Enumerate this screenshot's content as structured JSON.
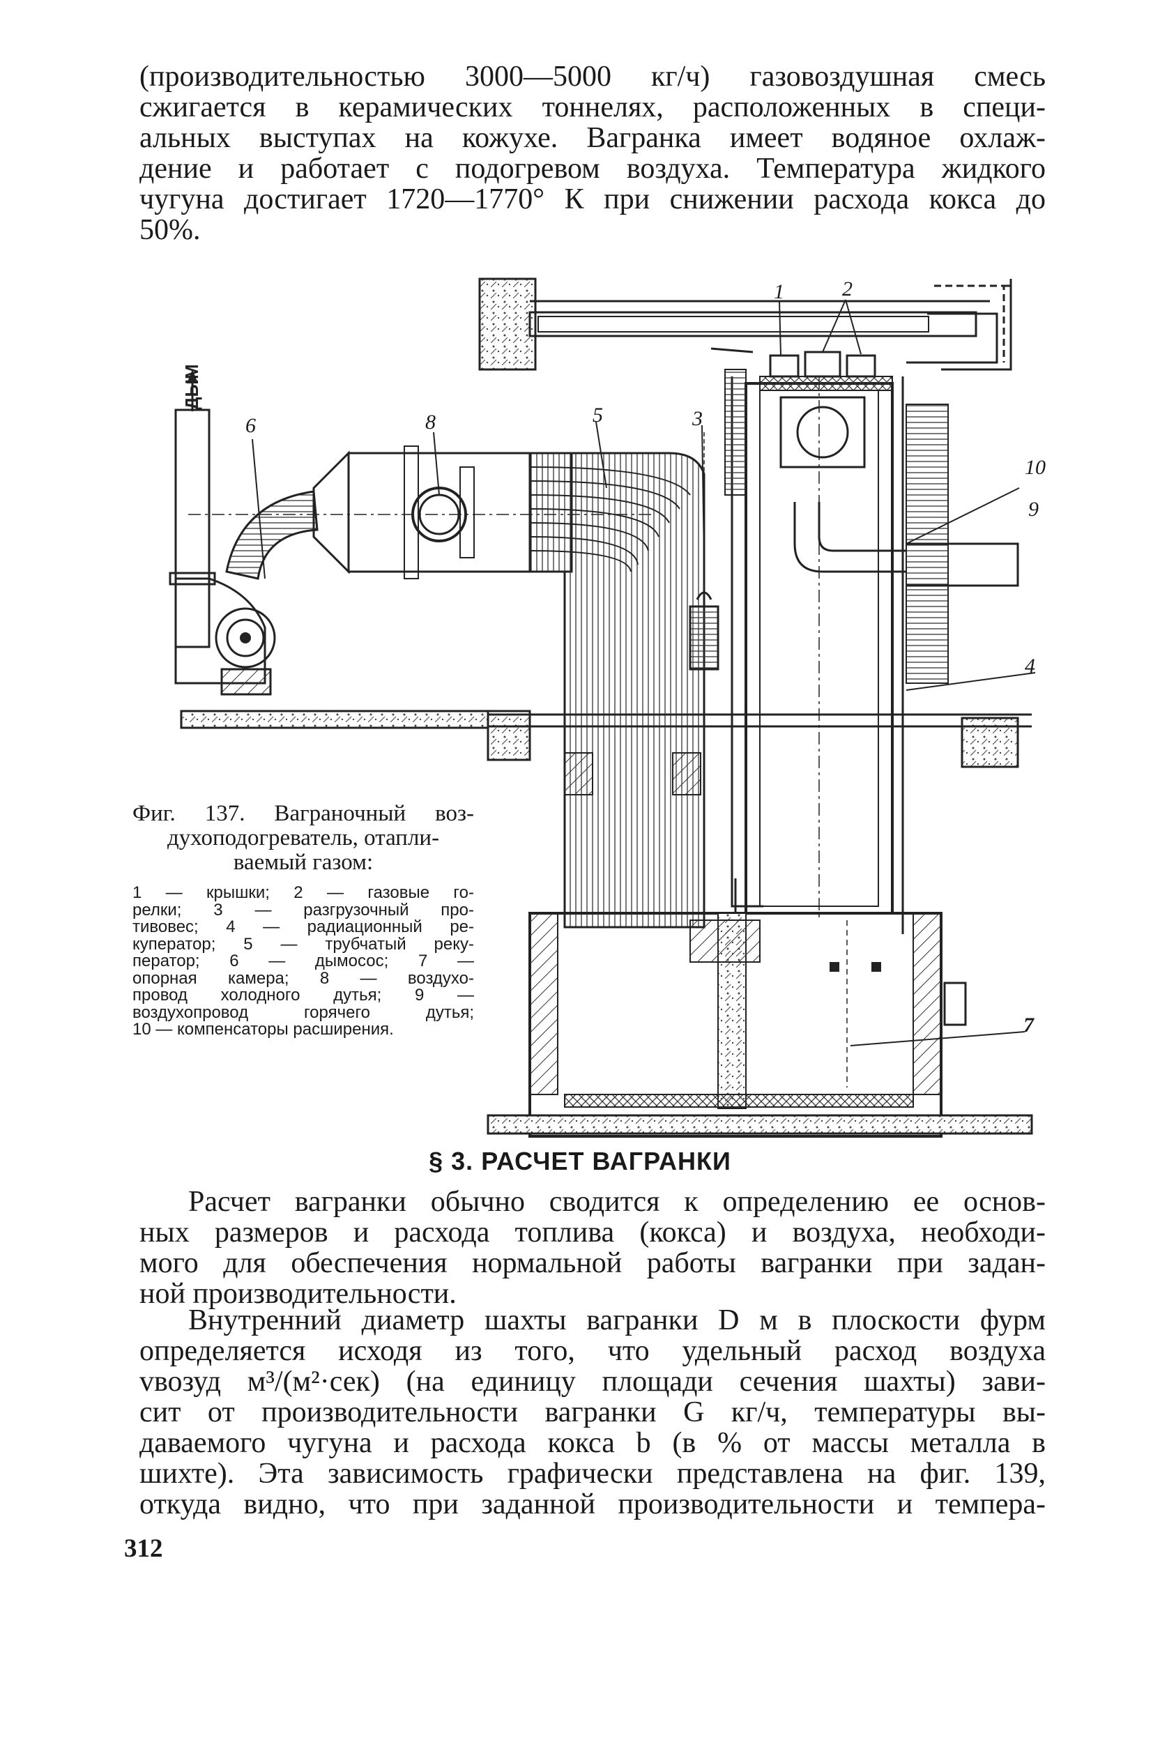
{
  "intro": {
    "lines": [
      "(производительностью 3000—5000 кг/ч) газовоздушная смесь",
      "сжигается в керамических тоннелях, расположенных в специ-",
      "альных выступах на кожухе. Вагранка имеет водяное охлаж-",
      "дение и работает с подогревом воздуха. Температура жидкого",
      "чугуна достигает 1720—1770° К при снижении расхода кокса до",
      "50%."
    ]
  },
  "figure": {
    "smoke_label": "ДЫМ",
    "labels": {
      "l1": "1",
      "l2": "2",
      "l3": "3",
      "l4": "4",
      "l5": "5",
      "l6": "6",
      "l7": "7",
      "l8": "8",
      "l9": "9",
      "l10": "10"
    },
    "caption_title_lines": [
      "Фиг. 137. Ваграночный воз-",
      "духоподогреватель, отапли-",
      "ваемый газом:"
    ],
    "legend_lines": [
      "1 — крышки; 2 — газовые го-",
      "релки; 3 — разгрузочный про-",
      "тивовес; 4 — радиационный ре-",
      "куператор; 5 — трубчатый реку-",
      "ператор; 6 — дымосос; 7 —",
      "опорная камера; 8 — воздухо-",
      "провод холодного дутья; 9 —",
      "воздухопровод горячего дутья;",
      "10 — компенсаторы расширения."
    ]
  },
  "section": {
    "heading": "§ 3. РАСЧЕТ ВАГРАНКИ"
  },
  "paragraph1": {
    "lines": [
      "Расчет вагранки обычно сводится к определению ее основ-",
      "ных размеров и расхода топлива (кокса) и воздуха, необходи-",
      "мого для обеспечения нормальной работы вагранки при задан-",
      "ной производительности."
    ]
  },
  "paragraph2": {
    "lines": [
      "Внутренний диаметр шахты вагранки D м в плоскости фурм",
      "определяется исходя из того, что удельный расход воздуха",
      "vвозуд м³/(м²·сек) (на единицу площади сечения шахты) зави-",
      "сит от производительности вагранки G кг/ч, температуры вы-",
      "даваемого чугуна и расхода кокса b (в % от массы металла в",
      "шихте). Эта зависимость графически представлена на фиг. 139,",
      "откуда видно, что при заданной производительности и темпера-"
    ]
  },
  "page_number": "312"
}
